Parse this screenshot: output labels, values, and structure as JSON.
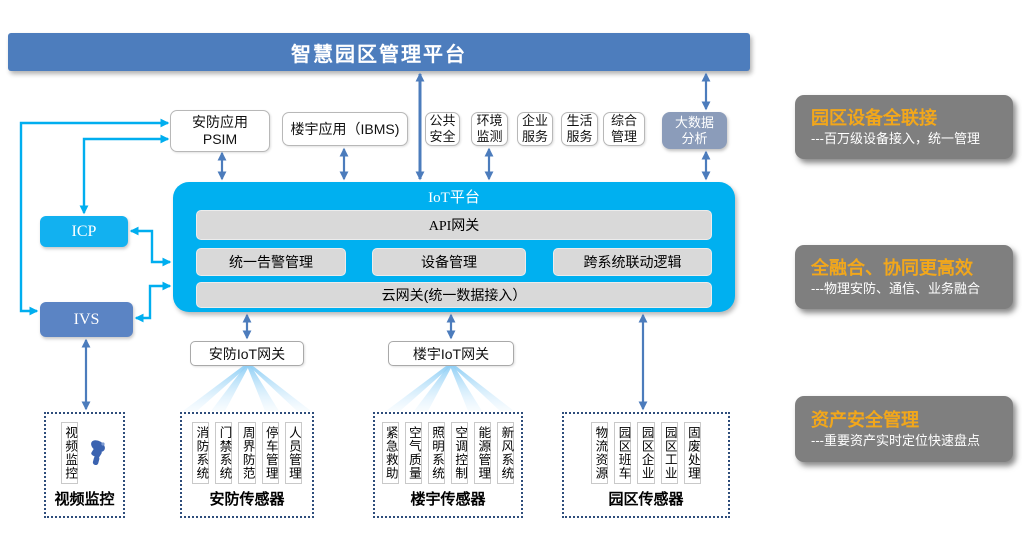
{
  "banner": {
    "title": "智慧园区管理平台"
  },
  "apps": {
    "psim": "安防应用\nPSIM",
    "ibms": "楼宇应用（IBMS)",
    "small": [
      "公共\n安全",
      "环境\n监测",
      "企业\n服务",
      "生活\n服务",
      "综合\n管理"
    ],
    "bigdata": "大数据\n分析"
  },
  "left_nodes": {
    "icp": "ICP",
    "ivs": "IVS"
  },
  "platform": {
    "title": "IoT平台",
    "api": "API网关",
    "modules": [
      "统一告警管理",
      "设备管理",
      "跨系统联动逻辑"
    ],
    "cloud": "云网关(统一数据接入）"
  },
  "gateways": {
    "security": "安防IoT网关",
    "building": "楼宇IoT网关"
  },
  "sensors": [
    {
      "items": [
        "视频监控"
      ],
      "label": "视频监控"
    },
    {
      "items": [
        "消防系统",
        "门禁系统",
        "周界防范",
        "停车管理",
        "人员管理"
      ],
      "label": "安防传感器"
    },
    {
      "items": [
        "紧急救助",
        "空气质量",
        "照明系统",
        "空调控制",
        "能源管理",
        "新风系统"
      ],
      "label": "楼宇传感器"
    },
    {
      "items": [
        "物流资源",
        "园区班车",
        "园区企业",
        "园区工业",
        "固废处理"
      ],
      "label": "园区传感器"
    }
  ],
  "benefits": [
    {
      "title": "园区设备全联接",
      "desc": "---百万级设备接入，统一管理"
    },
    {
      "title": "全融合、协同更高效",
      "desc": "---物理安防、通信、业务融合"
    },
    {
      "title": "资产安全管理",
      "desc": "---重要资产实时定位快速盘点"
    }
  ],
  "icons": {
    "camera": "ptz-camera-icon"
  },
  "colors": {
    "banner_blue": "#4d7dbd",
    "platform_cyan": "#00b0f0",
    "connector_cyan": "#00aeef",
    "connector_steel": "#4c7cbc",
    "ivs_blue": "#5b84c4",
    "bigdata_blue": "#8b9cba",
    "bar_gray": "#d9d9d9",
    "benefit_gray": "#7f7f7f",
    "benefit_orange": "#f2a71b",
    "dashed_navy": "#2e4d7b"
  }
}
